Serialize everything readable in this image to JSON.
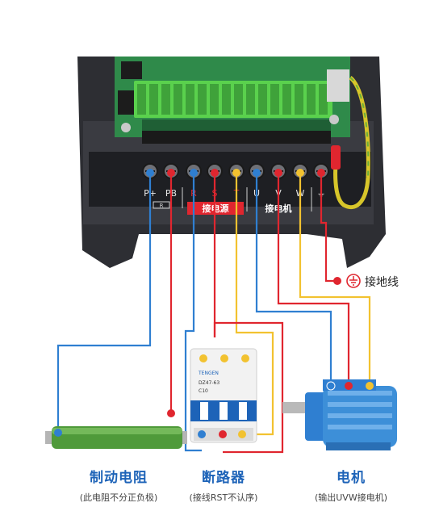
{
  "colors": {
    "wire_red": "#e0262f",
    "wire_blue": "#2f7fd1",
    "wire_yellow": "#f2c230",
    "accent_blue": "#1d63b8",
    "housing": "#2d2e33",
    "pcb": "#2f8a4a",
    "terminal_green": "#5ad14d",
    "motor_blue": "#3d8fd8",
    "resistor_green": "#4f9a3a"
  },
  "terminals": {
    "labels": [
      "P+",
      "PB",
      "R",
      "S",
      "T",
      "U",
      "V",
      "W",
      "⏚"
    ],
    "groups": {
      "power_in": "接电源",
      "motor_out": "接电机",
      "brake_res": "R"
    }
  },
  "ground": {
    "label": "接地线",
    "icon": "ground-icon"
  },
  "breaker": {
    "brand": "TENGEN",
    "model": "DZ47-63",
    "rating": "C10"
  },
  "captions": [
    {
      "title": "制动电阻",
      "subtitle": "(此电阻不分正负极)"
    },
    {
      "title": "断路器",
      "subtitle": "(接线RST不认序)"
    },
    {
      "title": "电机",
      "subtitle": "(输出UVW接电机)"
    }
  ]
}
